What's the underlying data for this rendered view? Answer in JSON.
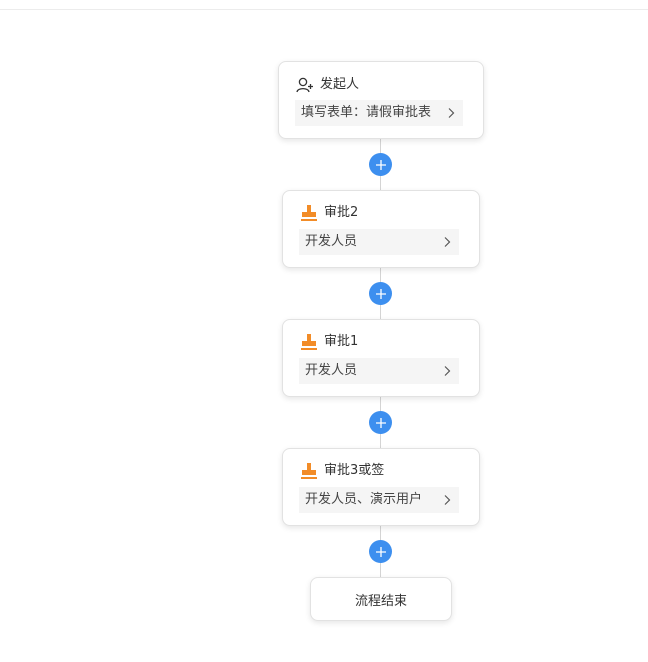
{
  "colors": {
    "accent": "#3d8fef",
    "approver_icon": "#f28c28",
    "field_bg": "#f5f5f5"
  },
  "flow": {
    "initiator": {
      "title": "发起人",
      "icon": "user-add-icon",
      "body": "填写表单：请假审批表"
    },
    "approvals": [
      {
        "title": "审批2",
        "icon": "stamp-icon",
        "body": "开发人员"
      },
      {
        "title": "审批1",
        "icon": "stamp-icon",
        "body": "开发人员"
      },
      {
        "title": "审批3或签",
        "icon": "stamp-icon",
        "body": "开发人员、演示用户"
      }
    ],
    "add_button_icon": "plus-icon",
    "end": {
      "label": "流程结束"
    }
  }
}
